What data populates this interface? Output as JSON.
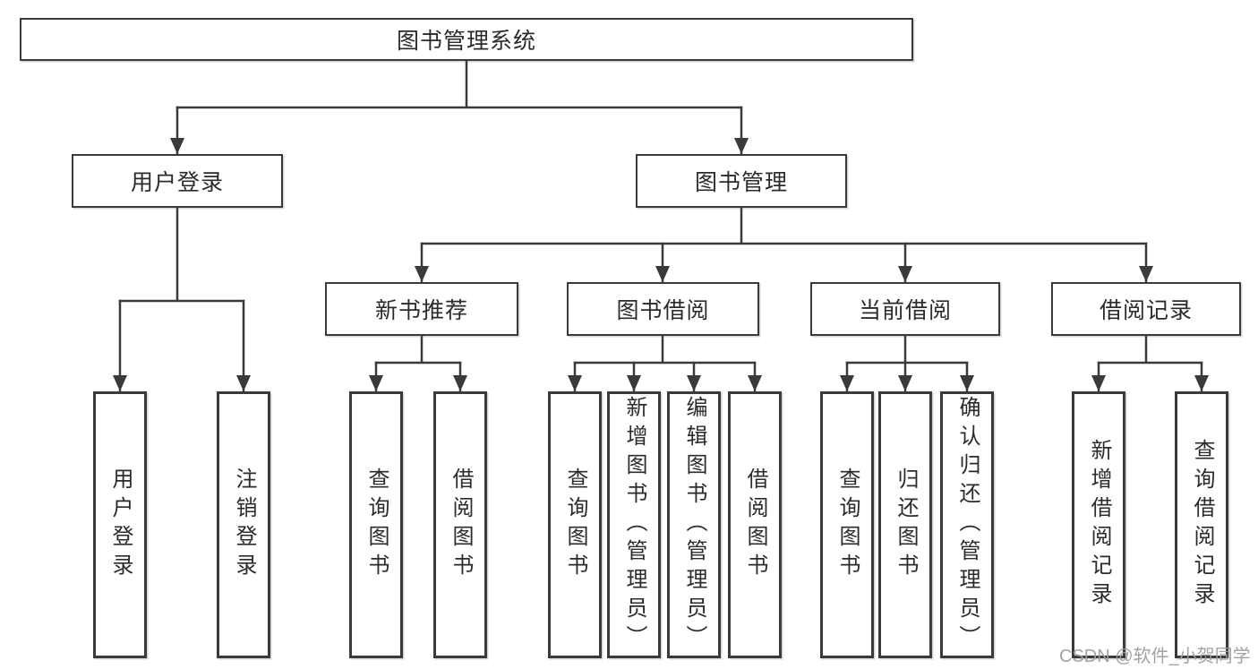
{
  "diagram_type": "tree",
  "nodes": {
    "root": "图书管理系统",
    "l2": [
      "用户登录",
      "图书管理"
    ],
    "l3": [
      "新书推荐",
      "图书借阅",
      "当前借阅",
      "借阅记录"
    ],
    "leaves_user": [
      "用户登录",
      "注销登录"
    ],
    "leaves_newbook": [
      "查询图书",
      "借阅图书"
    ],
    "leaves_borrow": [
      "查询图书",
      "新增图书（管理员）",
      "编辑图书（管理员）",
      "借阅图书"
    ],
    "leaves_current": [
      "查询图书",
      "归还图书",
      "确认归还（管理员）"
    ],
    "leaves_records": [
      "新增借阅记录",
      "查询借阅记录"
    ]
  },
  "hierarchy": {
    "图书管理系统": {
      "用户登录": [
        "用户登录",
        "注销登录"
      ],
      "图书管理": {
        "新书推荐": [
          "查询图书",
          "借阅图书"
        ],
        "图书借阅": [
          "查询图书",
          "新增图书（管理员）",
          "编辑图书（管理员）",
          "借阅图书"
        ],
        "当前借阅": [
          "查询图书",
          "归还图书",
          "确认归还（管理员）"
        ],
        "借阅记录": [
          "新增借阅记录",
          "查询借阅记录"
        ]
      }
    }
  },
  "watermark": "CSDN @软件_小贺同学",
  "colors": {
    "line": "#3a3a3a",
    "box_border": "#3a3a3a",
    "text": "#2b2b2b",
    "watermark": "#9e9e9e",
    "background": "#ffffff"
  }
}
